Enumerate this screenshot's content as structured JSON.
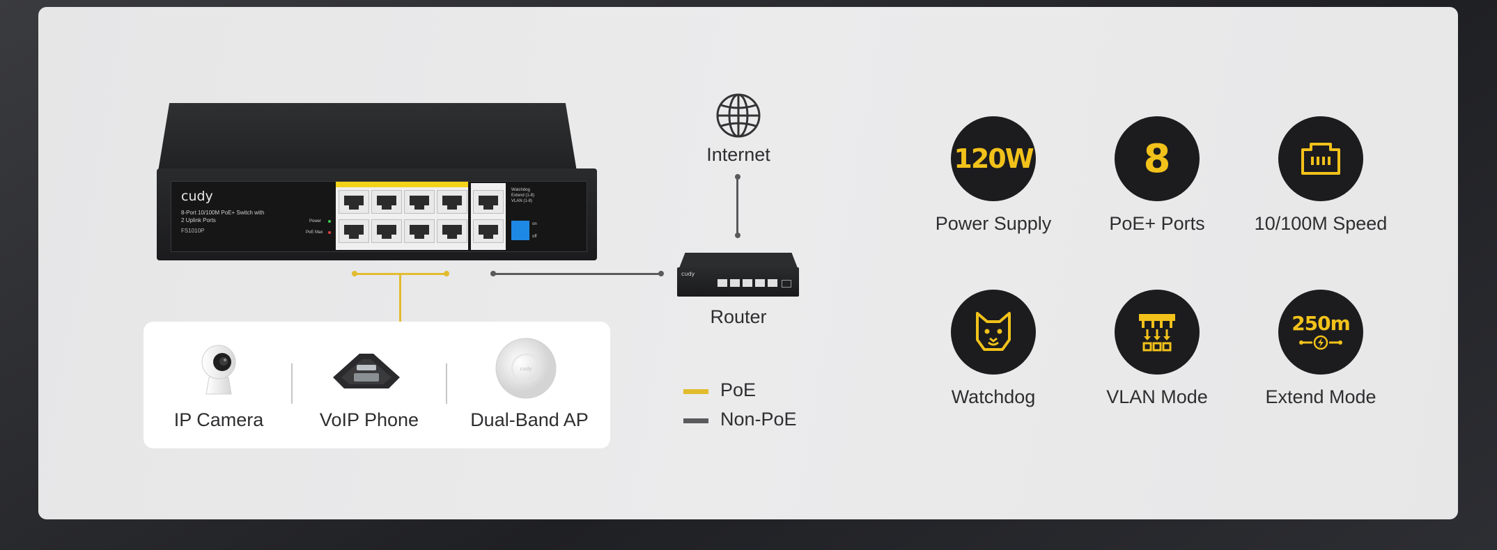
{
  "switch": {
    "brand": "cudy",
    "description_line1": "8-Port 10/100M PoE+ Switch with",
    "description_line2": "2 Uplink Ports",
    "model": "FS1010P",
    "power_label": "Power",
    "poe_max_label": "PoE Max",
    "dip_labels": [
      "Watchdog",
      "Extend (1-8)",
      "VLAN (1-8)"
    ],
    "on_label": "on",
    "off_label": "off"
  },
  "network": {
    "internet_label": "Internet",
    "router_label": "Router",
    "router_brand": "cudy"
  },
  "devices": [
    {
      "label": "IP Camera"
    },
    {
      "label": "VoIP Phone"
    },
    {
      "label": "Dual-Band AP"
    }
  ],
  "legend": [
    {
      "label": "PoE",
      "color": "#e2bc2e"
    },
    {
      "label": "Non-PoE",
      "color": "#5a5a5c"
    }
  ],
  "features": [
    {
      "value": "120W",
      "label": "Power Supply"
    },
    {
      "value": "8",
      "label": "PoE+ Ports"
    },
    {
      "icon": "ethernet-port-icon",
      "label": "10/100M Speed"
    },
    {
      "icon": "watchdog-icon",
      "label": "Watchdog"
    },
    {
      "icon": "vlan-icon",
      "label": "VLAN Mode"
    },
    {
      "value": "250m",
      "icon": "lightning-icon",
      "label": "Extend Mode"
    }
  ],
  "colors": {
    "accent": "#f2c21b",
    "circle": "#1c1c1e",
    "card": "#e9e9ea"
  }
}
